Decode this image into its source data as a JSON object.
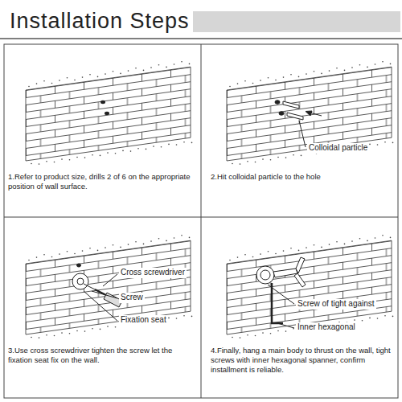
{
  "diagram": {
    "title": "Installation Steps",
    "labels": [
      "1.Refer to product size, drills 2 of 6 on the appropriate position of wall surface.",
      "Colloidal particle",
      "2.Hit colloidal particle to the hole",
      "Cross screwdriver",
      "Screw",
      "Fixation seat",
      "3.Use cross screwdriver tighten the screw let the fixation seat fix on the wall.",
      "Screw of tight against",
      "Inner hexagonal",
      "4.Finally, hang a main body to thrust on the wall, tight screws with inner hexagonal spanner, confirm installment is reliable."
    ]
  }
}
